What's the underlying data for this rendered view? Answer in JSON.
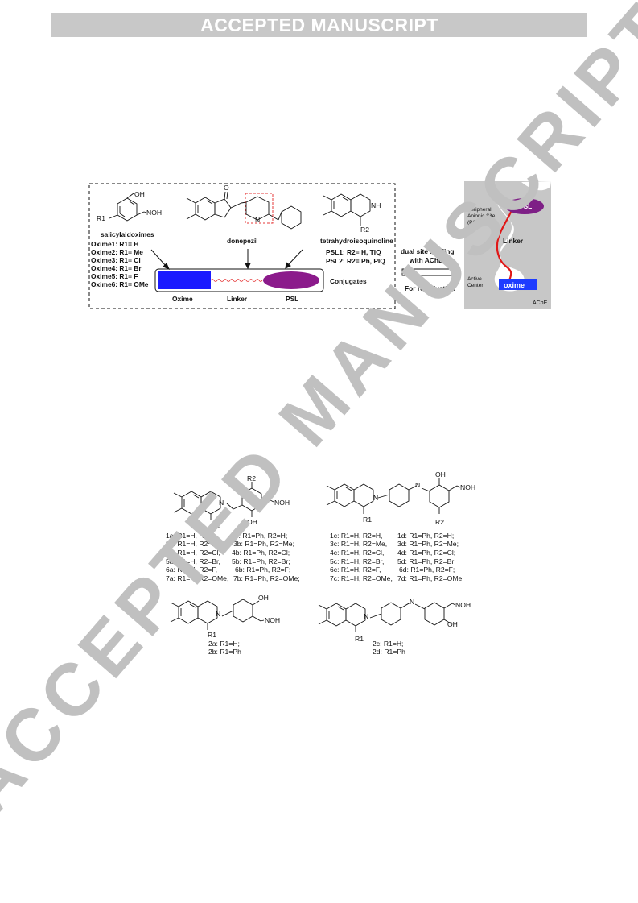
{
  "header": {
    "banner": "ACCEPTED MANUSCRIPT"
  },
  "watermark": "ACCEPTED MANUSCRIPT",
  "figure1": {
    "salicyl": {
      "title": "salicylaldoximes",
      "oh": "OH",
      "noh": "NOH",
      "r1": "R1",
      "oximes": [
        "Oxime1: R1= H",
        "Oxime2: R1= Me",
        "Oxime3: R1= Cl",
        "Oxime4: R1= Br",
        "Oxime5: R1= F",
        "Oxime6: R1= OMe"
      ]
    },
    "donepezil": {
      "title": "donepezil",
      "o": "O",
      "n": "N"
    },
    "tiq": {
      "title": "tetrahydroisoquinoline",
      "nh": "NH",
      "r2": "R2",
      "psl1": "PSL1: R2= H,   TIQ",
      "psl2": "PSL2: R2= Ph, PIQ"
    },
    "conjugate": {
      "oxime": "Oxime",
      "linker": "Linker",
      "psl": "PSL",
      "conjugates": "Conjugates"
    },
    "arrow": {
      "line1": "dual site binding",
      "line2": "with AChE",
      "line3": "For reactivation"
    },
    "enzyme": {
      "pas1": "Peripheral",
      "pas2": "Anionic Site",
      "pas3": "(PAS)",
      "active1": "Active",
      "active2": "Center",
      "psl": "PSL",
      "linker": "Linker",
      "oxime": "oxime",
      "ache": "AChE"
    }
  },
  "figure2": {
    "groupA": {
      "labels": {
        "r1": "R1",
        "r2": "R2",
        "oh": "OH",
        "noh": "NOH",
        "n": "N"
      },
      "left": [
        "1a: R1=H, R2=H,",
        "3a: R1=H, R2=Me,",
        "4a: R1=H, R2=Cl,",
        "5a: R1=H, R2=Br,",
        "6a: R1=H, R2=F,",
        "7a: R1=H, R2=OMe,"
      ],
      "right": [
        "1b: R1=Ph, R2=H;",
        "3b: R1=Ph, R2=Me;",
        "4b: R1=Ph, R2=Cl;",
        "5b: R1=Ph, R2=Br;",
        "6b: R1=Ph, R2=F;",
        "7b: R1=Ph, R2=OMe;"
      ]
    },
    "groupC": {
      "labels": {
        "r1": "R1",
        "r2": "R2",
        "oh": "OH",
        "noh": "NOH",
        "n1": "N",
        "n2": "N"
      },
      "left": [
        "1c: R1=H, R2=H,",
        "3c: R1=H, R2=Me,",
        "4c: R1=H, R2=Cl,",
        "5c: R1=H, R2=Br,",
        "6c: R1=H, R2=F,",
        "7c: R1=H, R2=OMe,"
      ],
      "right": [
        "1d: R1=Ph, R2=H;",
        "3d: R1=Ph, R2=Me;",
        "4d: R1=Ph, R2=Cl;",
        "5d: R1=Ph, R2=Br;",
        "6d: R1=Ph, R2=F;",
        "7d: R1=Ph, R2=OMe;"
      ]
    },
    "group2ab": {
      "labels": {
        "r1": "R1",
        "oh": "OH",
        "noh": "NOH",
        "n": "N"
      },
      "items": [
        "2a: R1=H;",
        "2b: R1=Ph"
      ]
    },
    "group2cd": {
      "labels": {
        "r1": "R1",
        "oh": "OH",
        "noh": "NOH",
        "n1": "N",
        "n2": "N"
      },
      "items": [
        "2c: R1=H;",
        "2d: R1=Ph"
      ]
    }
  }
}
